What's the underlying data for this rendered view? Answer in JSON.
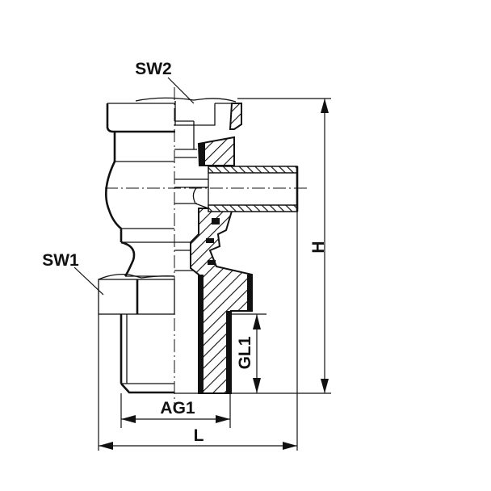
{
  "drawing": {
    "title": "Fitting cross-section drawing",
    "labels": {
      "sw2": "SW2",
      "sw1": "SW1",
      "h": "H",
      "gl1": "GL1",
      "ag1": "AG1",
      "l": "L"
    },
    "colors": {
      "line": "#111111",
      "background": "#ffffff"
    }
  }
}
